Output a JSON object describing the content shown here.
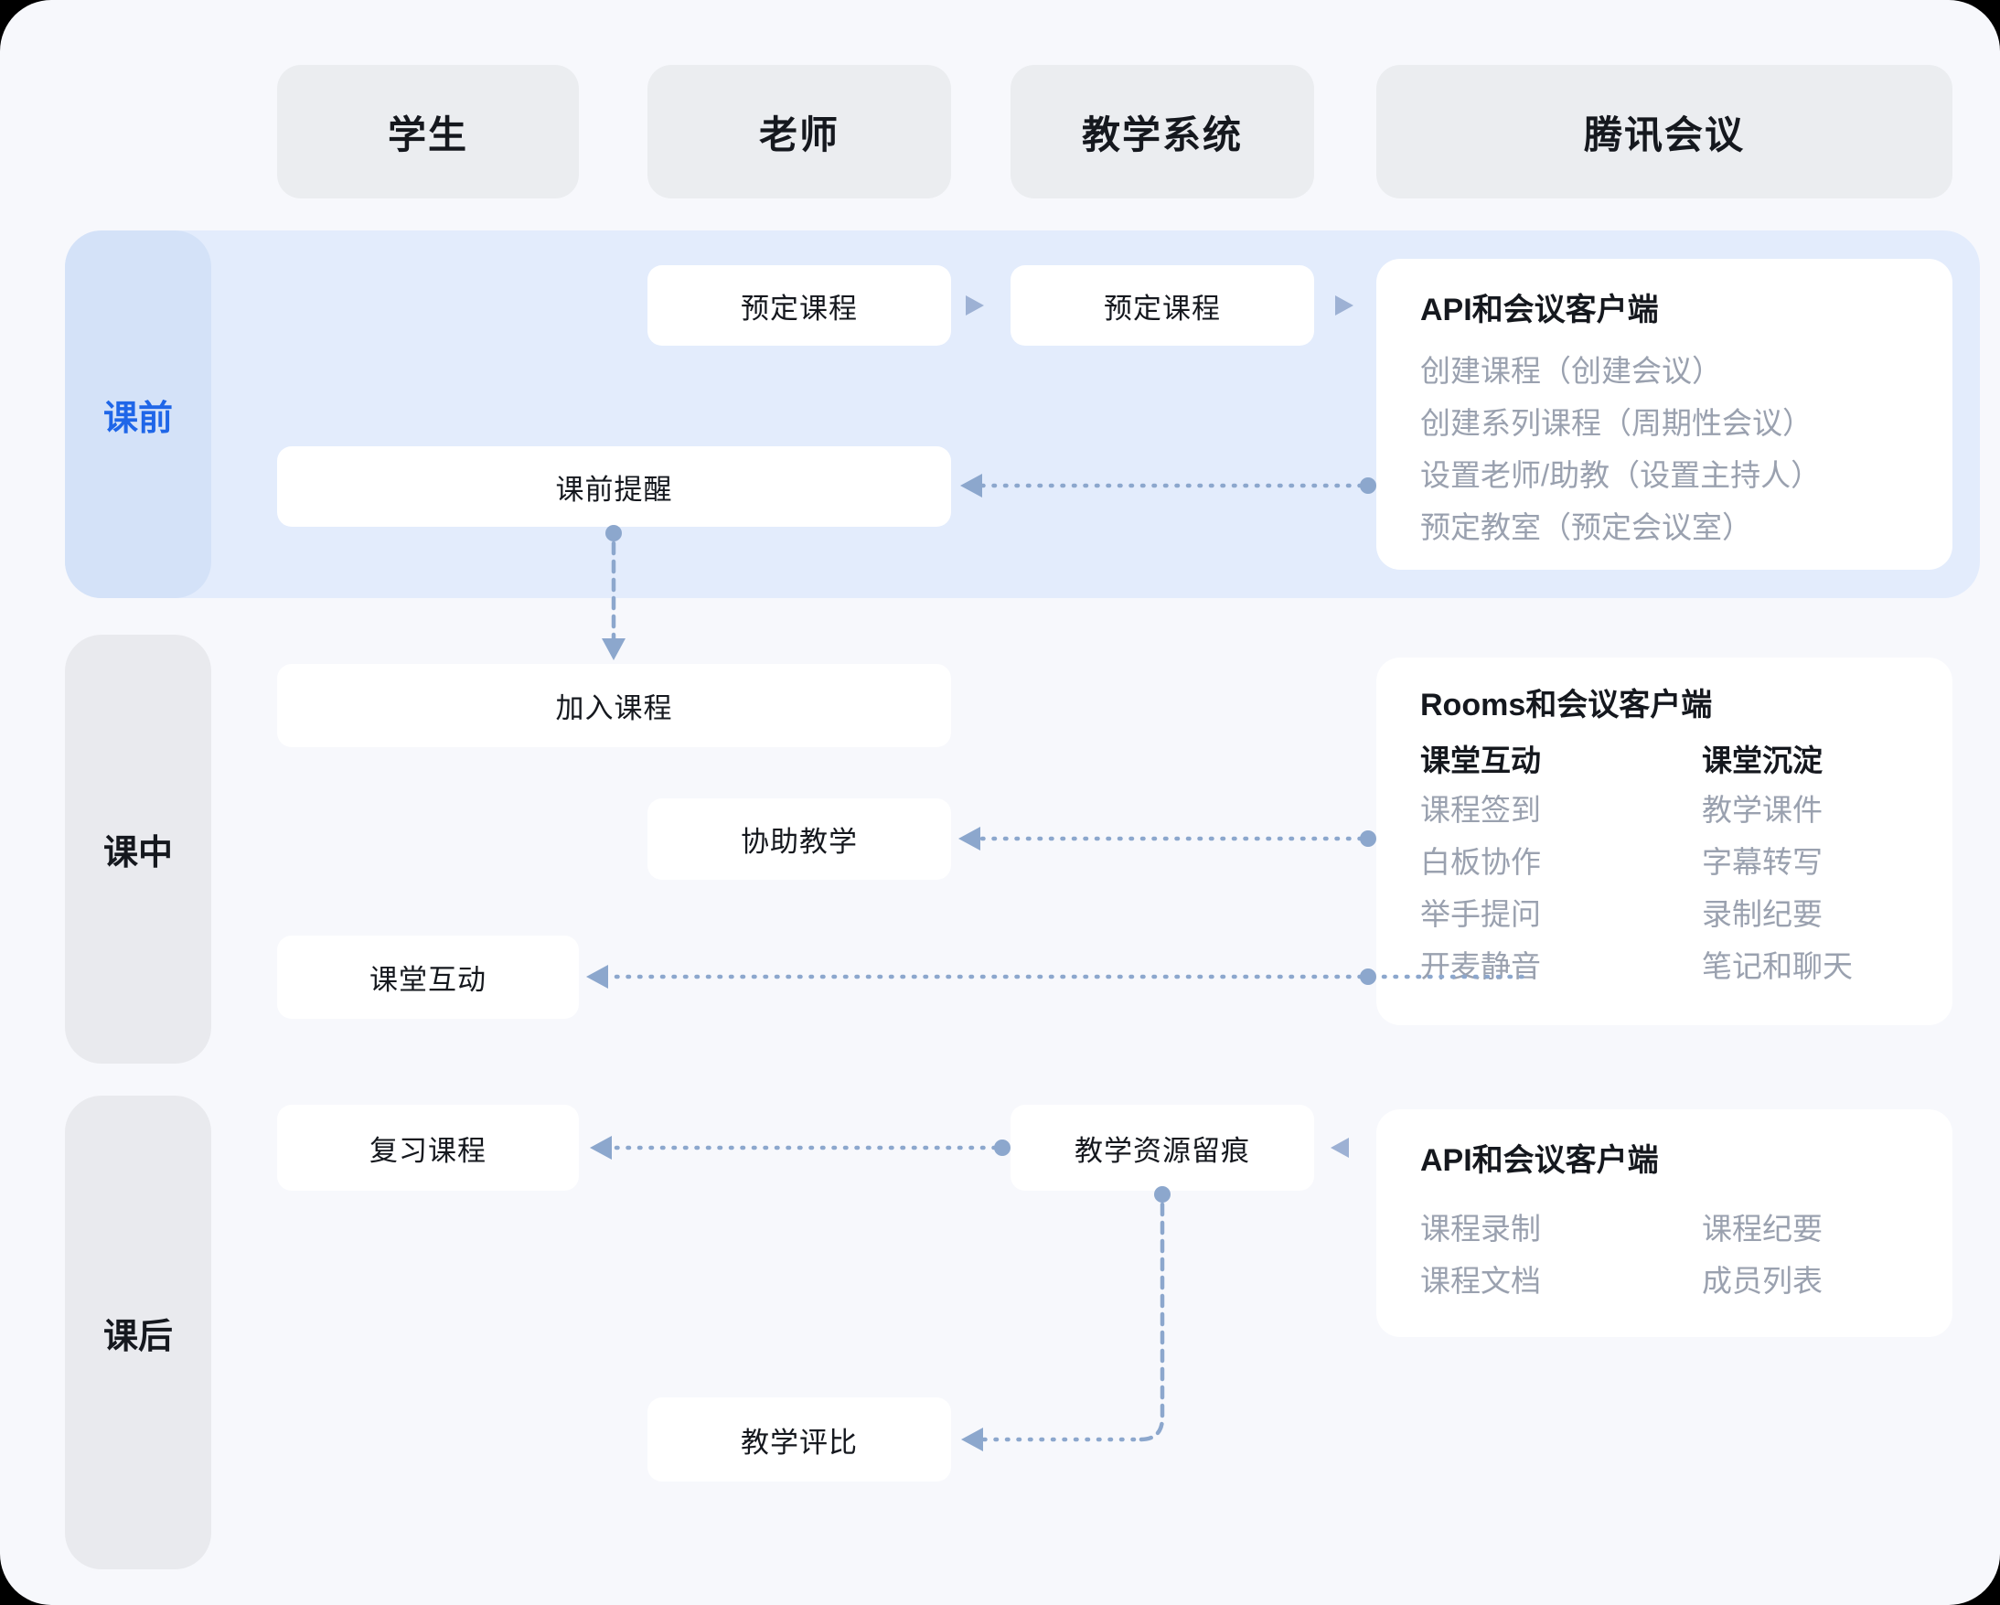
{
  "header": {
    "columns": [
      "学生",
      "老师",
      "教学系统",
      "腾讯会议"
    ]
  },
  "lanes": {
    "pre": "课前",
    "mid": "课中",
    "post": "课后"
  },
  "pre": {
    "schedule_teacher": "预定课程",
    "schedule_system": "预定课程",
    "reminder": "课前提醒",
    "api": {
      "title": "API和会议客户端",
      "items": [
        "创建课程（创建会议）",
        "创建系列课程（周期性会议）",
        "设置老师/助教（设置主持人）",
        "预定教室（预定会议室）"
      ]
    }
  },
  "mid": {
    "join": "加入课程",
    "assist": "协助教学",
    "interact": "课堂互动",
    "rooms": {
      "title": "Rooms和会议客户端",
      "col1": {
        "heading": "课堂互动",
        "items": [
          "课程签到",
          "白板协作",
          "举手提问",
          "开麦静音"
        ]
      },
      "col2": {
        "heading": "课堂沉淀",
        "items": [
          "教学课件",
          "字幕转写",
          "录制纪要",
          "笔记和聊天"
        ]
      }
    }
  },
  "post": {
    "review": "复习课程",
    "traces": "教学资源留痕",
    "evaluate": "教学评比",
    "api": {
      "title": "API和会议客户端",
      "col1": [
        "课程录制",
        "课程文档"
      ],
      "col2": [
        "课程纪要",
        "成员列表"
      ]
    }
  },
  "colors": {
    "accent_blue": "#1f66e8",
    "lane_pre_band": "#e3ecfc",
    "lane_pre_strip": "#d4e2f8",
    "lane_gray_strip": "#e9eaee",
    "header_box": "#ebedf0",
    "panel_bg": "#f7f8fc",
    "connector": "#8ca7cd",
    "muted_text": "#9aa1af",
    "dark_text": "#15181e"
  }
}
